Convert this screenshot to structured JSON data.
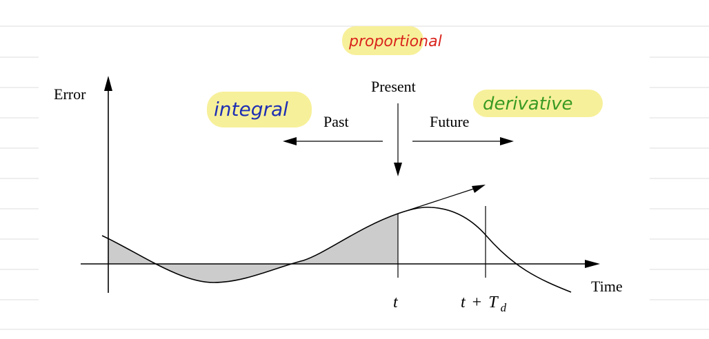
{
  "diagram": {
    "y_axis_label": "Error",
    "x_axis_label": "Time",
    "present_label": "Present",
    "past_label": "Past",
    "future_label": "Future",
    "t_label": "t",
    "t_plus_td": {
      "t": "t",
      "plus": "+",
      "T": "T",
      "sub": "d"
    }
  },
  "annotations": {
    "proportional": {
      "text": "proportional",
      "color": "#d9241c",
      "highlight": "#f7f09a"
    },
    "integral": {
      "text": "integral",
      "color": "#1f2fb3",
      "highlight": "#f7f09a"
    },
    "derivative": {
      "text": "derivative",
      "color": "#3a9a24",
      "highlight": "#f7f09a"
    }
  },
  "colors": {
    "shaded_area": "#cccccc",
    "ruled_lines": "#e3e3e3"
  }
}
